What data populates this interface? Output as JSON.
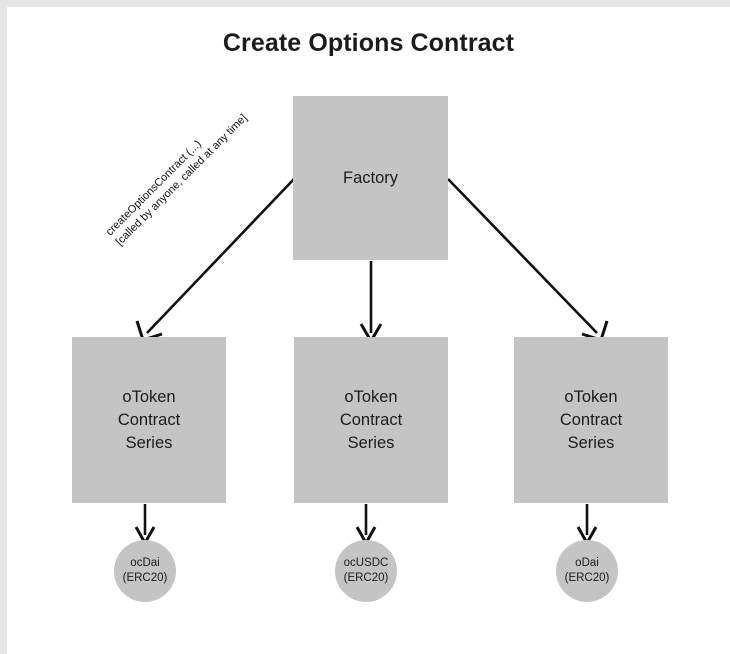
{
  "page": {
    "title": "Create Options Contract",
    "background": "#e6e6e8",
    "canvas_background": "#ffffff",
    "node_fill": "#c4c4c4",
    "stroke": "#111111"
  },
  "nodes": {
    "factory": {
      "label": "Factory"
    },
    "series": [
      {
        "line1": "oToken",
        "line2": "Contract",
        "line3": "Series"
      },
      {
        "line1": "oToken",
        "line2": "Contract",
        "line3": "Series"
      },
      {
        "line1": "oToken",
        "line2": "Contract",
        "line3": "Series"
      }
    ],
    "tokens": [
      {
        "name": "ocDai",
        "standard": "(ERC20)"
      },
      {
        "name": "ocUSDC",
        "standard": "(ERC20)"
      },
      {
        "name": "oDai",
        "standard": "(ERC20)"
      }
    ]
  },
  "edges": {
    "create_label": {
      "line1": "createOptionsContract (...)",
      "line2": "[called by anyone, called at any time]"
    }
  }
}
